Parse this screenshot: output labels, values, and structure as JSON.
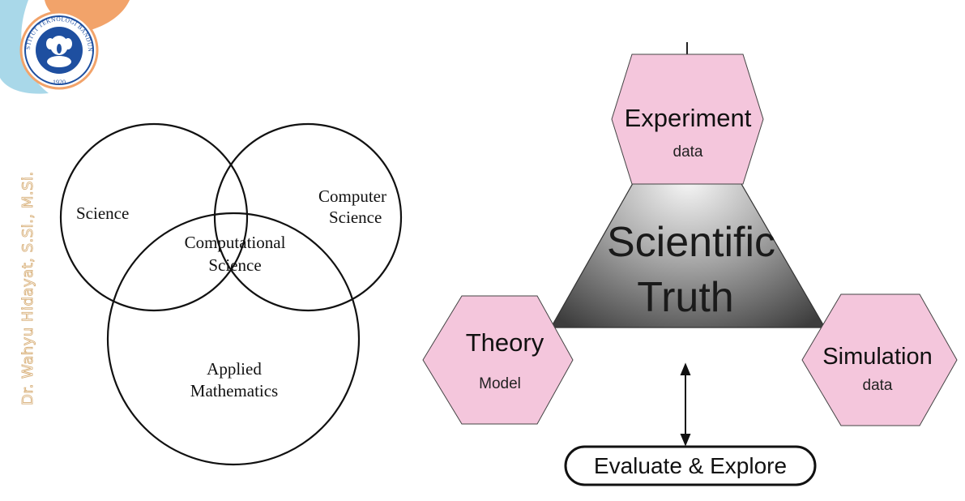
{
  "author": "Dr. Wahyu Hidayat, S.Si., M.Si.",
  "logo": {
    "text_top": "INSTITUT TEKNOLOGI BANDUNG",
    "year": "1920",
    "colors": {
      "ring": "#1e4fa0",
      "accent": "#f2a36a",
      "swoosh": "#7fc4dc"
    }
  },
  "venn": {
    "circles": [
      "Science",
      "Computer Science",
      "Applied Mathematics"
    ],
    "labels": {
      "science": "Science",
      "computer_line1": "Computer",
      "computer_line2": "Science",
      "computational_line1": "Computational",
      "computational_line2": "Science",
      "applied_line1": "Applied",
      "applied_line2": "Mathematics"
    }
  },
  "triangle": {
    "center_line1": "Scientific",
    "center_line2": "Truth",
    "experiment": {
      "title": "Experiment",
      "sub": "data"
    },
    "theory": {
      "title": "Theory",
      "sub": "Model"
    },
    "simulation": {
      "title": "Simulation",
      "sub": "data"
    },
    "evaluate": "Evaluate & Explore",
    "colors": {
      "hexagon_fill": "#f4c6dc",
      "triangle_light": "#f6f6f6",
      "triangle_dark": "#3a3a3a"
    }
  }
}
